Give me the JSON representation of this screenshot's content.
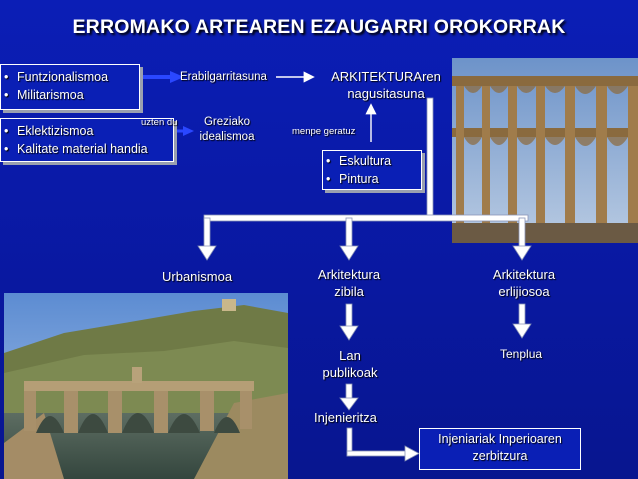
{
  "title": "ERROMAKO ARTEAREN EZAUGARRI OROKORRAK",
  "left_box_top": {
    "items": [
      "Funtzionalismoa",
      "Militarismoa"
    ]
  },
  "left_box_bottom": {
    "items": [
      "Eklektizismoa",
      "Kalitate material handia"
    ]
  },
  "labels": {
    "erabilgarritasuna": "Erabilgarritasuna",
    "uzten_du": "uzten du",
    "greziako_idealismoa": [
      "Greziako",
      "idealismoa"
    ],
    "arkitektura_nagusi": [
      "ARKITEKTURAren",
      "nagusitasuna"
    ],
    "menpe_geratuz": "menpe geratuz",
    "urbanismoa": "Urbanismoa",
    "arkitektura_zibila": [
      "Arkitektura",
      "zibila"
    ],
    "arkitektura_erlijiosoa": [
      "Arkitektura",
      "erlijiosoa"
    ],
    "lan_publikoak": [
      "Lan",
      "publikoak"
    ],
    "tenplua": "Tenplua",
    "injenieritza": "Injenieritza",
    "injeniariak": [
      "Injeniariak Inperioaren",
      "zerbitzura"
    ]
  },
  "arts_box": {
    "items": [
      "Eskultura",
      "Pintura"
    ]
  },
  "colors": {
    "background": "#0a1aa8",
    "box": "#0a1fb5",
    "arrow": "#ffffff",
    "accent": "#1e3cf0"
  }
}
